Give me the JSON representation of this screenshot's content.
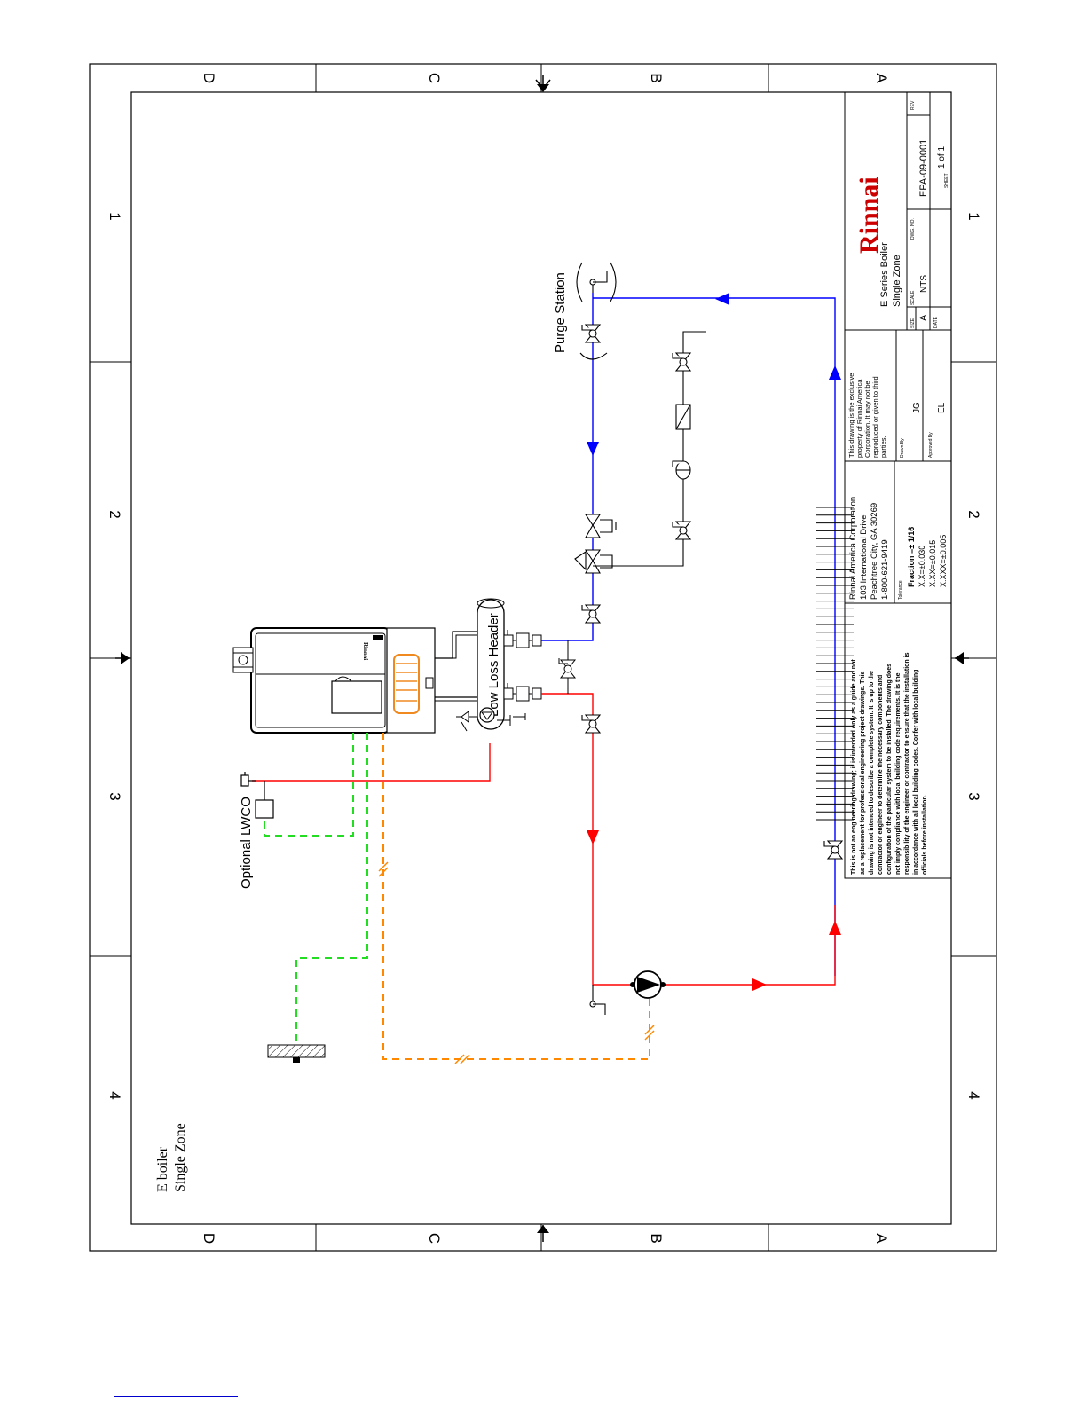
{
  "border": {
    "zones_top": [
      "D",
      "C",
      "B",
      "A"
    ],
    "zones_bottom": [
      "D",
      "C",
      "B",
      "A"
    ],
    "columns_left": [
      "1",
      "2",
      "3",
      "4"
    ],
    "columns_right": [
      "1",
      "2",
      "3",
      "4"
    ]
  },
  "diagram": {
    "header_label": "Low Loss Header",
    "purge_label": "Purge Station",
    "lwco_label": "Optional LWCO",
    "boiler_badge": "Rinnai",
    "title_line1": "E boiler",
    "title_line2": "Single Zone",
    "colors": {
      "supply": "#ff0000",
      "return": "#0000ff",
      "control_wiring": "#22dd22",
      "power_wiring": "#ff8800",
      "tank": "#f08a20"
    }
  },
  "title_block": {
    "logo": "Rinnai",
    "title_line1": "E Series Boiler",
    "title_line2": "Single Zone",
    "rev_label": "REV",
    "dwg_no_label": "DWG. NO.",
    "dwg_no": "EPA-09-0001",
    "sheet_label": "SHEET",
    "sheet_value": "1 of 1",
    "size_label": "SIZE",
    "size_value": "A",
    "scale_label": "SCALE",
    "scale_value": "NTS",
    "date_label": "DATE",
    "property_lines": [
      "This drawing is the exclusive",
      "property of Rinnai America",
      "Corporation. It may not be",
      "reproduced or given to third",
      "parties."
    ],
    "drawn_by_label": "Drawn By",
    "drawn_by": "JG",
    "approved_by_label": "Approved By",
    "approved_by": "EL",
    "address_lines": [
      "Rinnai America Corporation",
      "103 International Drive",
      "Peachtree City, GA 30269",
      "1-800-621-9419"
    ],
    "tolerance_label": "Tolerance",
    "tolerance_lines": [
      "Fraction =± 1/16",
      "X.X=±0.030",
      "X.XX=±0.015",
      "X.XXX=±0.005"
    ],
    "disclaimer_lines": [
      "This is not an engineering drawing; it is intended only as a guide and not",
      "as a replacement for professional engineering project drawings. This",
      "drawing is not intended to describe a complete system. It is up to the",
      "contractor or engineer to determine the necessary components and",
      "configuration of the particular system to be installed. The drawing does",
      "not imply compliance with local building code requirements. It is the",
      "responsibility of the engineer or contractor to ensure that the installation is",
      "in accordance with all local building codes. Confer with local building",
      "officials before installation."
    ]
  }
}
